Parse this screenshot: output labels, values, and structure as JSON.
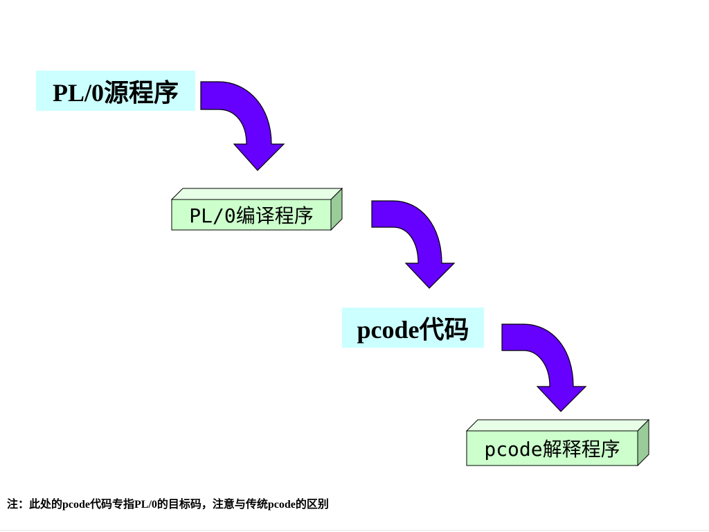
{
  "nodes": {
    "source": {
      "label": "PL/0源程序"
    },
    "compiler": {
      "label": "PL/0编译程序"
    },
    "pcode": {
      "label": "pcode代码"
    },
    "interpreter": {
      "label": "pcode解释程序"
    }
  },
  "note": "注：此处的pcode代码专指PL/0的目标码，注意与传统pcode的区别",
  "colors": {
    "cyan_fill": "#ccffff",
    "box_fill": "#ccffcc",
    "box_side": "#99cc99",
    "box_top": "#e6ffe6",
    "arrow_fill": "#6600ff",
    "outline": "#000000"
  },
  "icons": {
    "arrow": "curved-down-arrow-icon"
  }
}
